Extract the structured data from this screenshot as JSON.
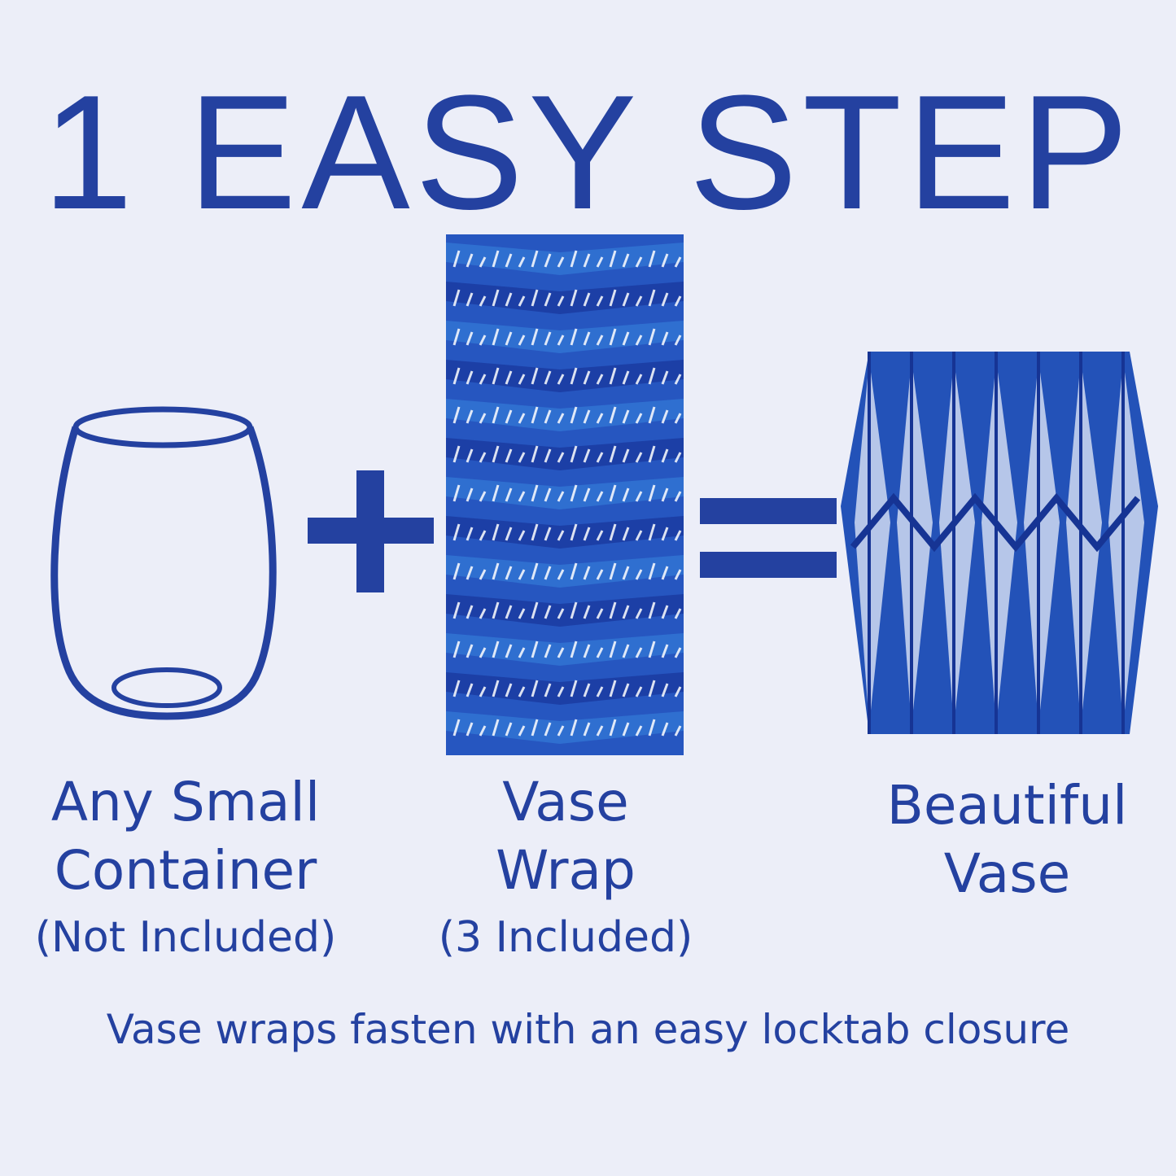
{
  "title": "1 EASY STEP",
  "items": [
    {
      "line1": "Any Small",
      "line2": "Container",
      "note": "(Not Included)"
    },
    {
      "line1": "Vase",
      "line2": "Wrap",
      "note": "(3 Included)"
    },
    {
      "line1": "Beautiful",
      "line2": "Vase"
    }
  ],
  "operators": {
    "plus": "+",
    "equals": "="
  },
  "footer": "Vase wraps fasten with an easy locktab closure",
  "colors": {
    "text": "#2441a0",
    "background": "#eceef8",
    "pattern": "#1f4fb8"
  }
}
